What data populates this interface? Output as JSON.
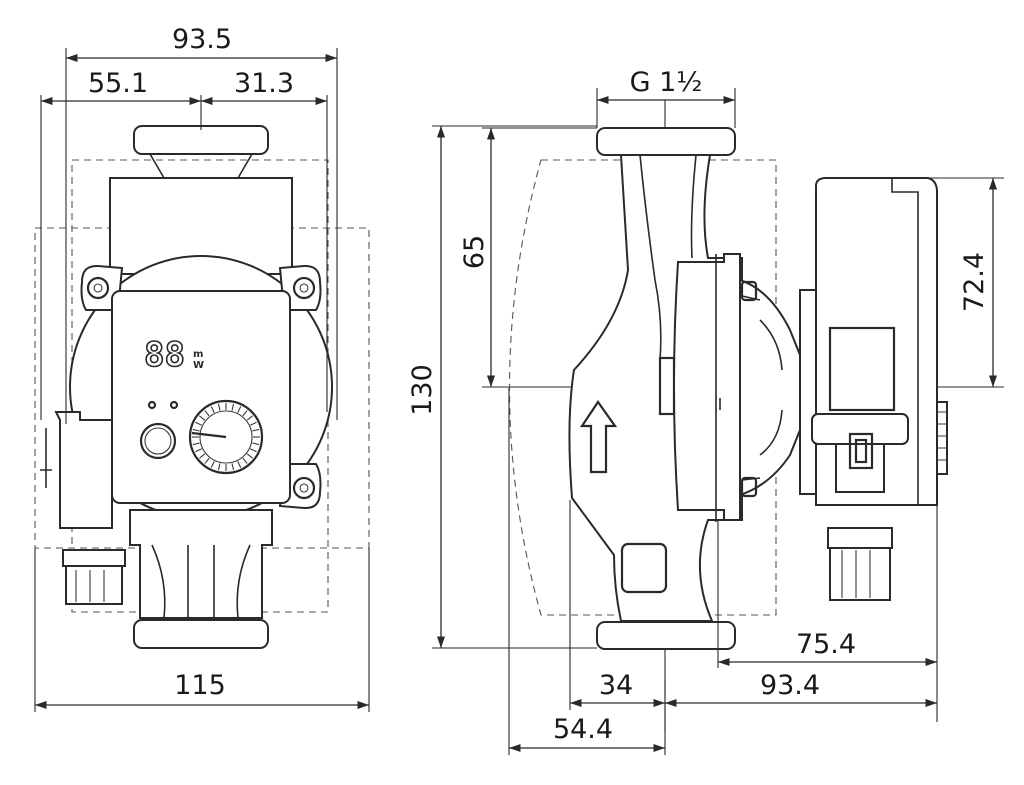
{
  "dimensions": {
    "front_overall_width_top": "93.5",
    "front_left_offset": "55.1",
    "front_right_offset": "31.3",
    "front_overall_width_bottom": "115",
    "side_connection": "G 1½",
    "side_total_height": "130",
    "side_axis_to_top": "65",
    "side_motor_height": "72.4",
    "side_axis_to_back": "75.4",
    "side_axis_to_end": "93.4",
    "side_axis_to_flange": "34",
    "side_axis_to_front": "54.4"
  },
  "display": {
    "digits": "88",
    "unit_top": "m",
    "unit_bottom": "W"
  },
  "colors": {
    "line": "#2a2a2a",
    "background": "#ffffff"
  }
}
